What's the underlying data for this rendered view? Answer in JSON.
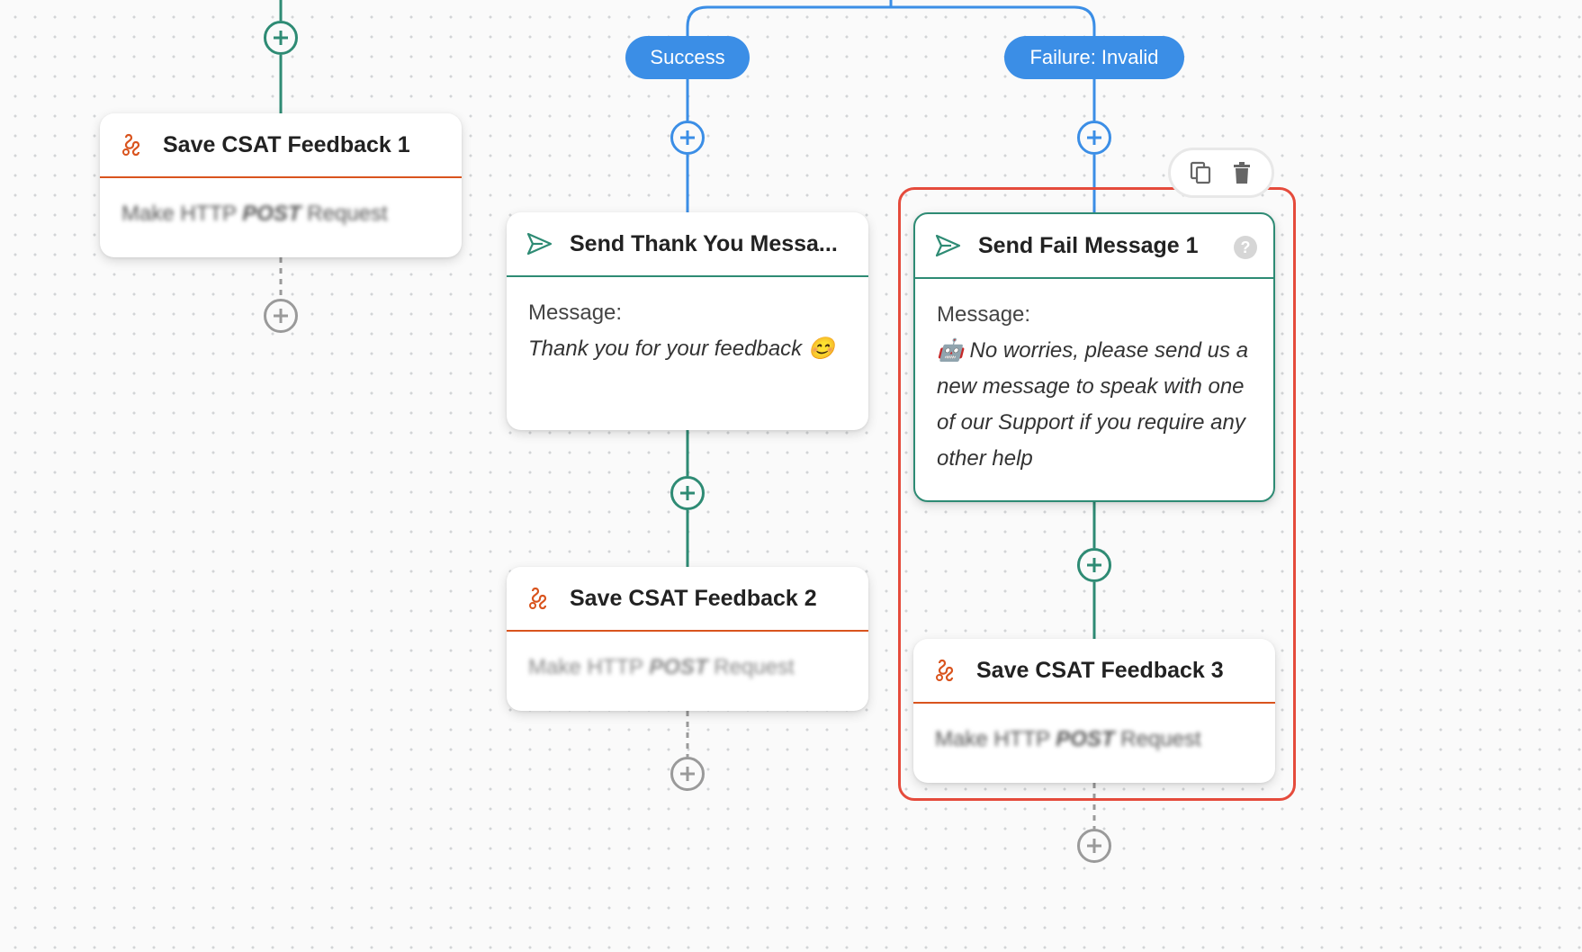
{
  "branches": {
    "success_label": "Success",
    "failure_label": "Failure: Invalid"
  },
  "colors": {
    "branch_blue": "#3b8ee6",
    "connector_teal": "#2e8b74",
    "http_orange": "#d9541e",
    "selection_red": "#e54b3c",
    "dashed_grey": "#9a9a9a"
  },
  "nodes": {
    "save1": {
      "title": "Save CSAT Feedback 1",
      "body_pre": "Make HTTP ",
      "body_kw": "POST",
      "body_post": " Request",
      "icon": "http-request-icon"
    },
    "thanks": {
      "title": "Send Thank You Messa...",
      "label": "Message:",
      "text": "Thank you for your feedback 😊",
      "icon": "send-message-icon"
    },
    "save2": {
      "title": "Save CSAT Feedback 2",
      "body_pre": "Make HTTP ",
      "body_kw": "POST",
      "body_post": " Request",
      "icon": "http-request-icon"
    },
    "fail": {
      "title": "Send Fail Message 1",
      "label": "Message:",
      "text": "🤖 No worries, please send us a new message to speak with one of our Support if you require any other help",
      "help": "?",
      "icon": "send-message-icon"
    },
    "save3": {
      "title": "Save CSAT Feedback 3",
      "body_pre": "Make HTTP ",
      "body_kw": "POST",
      "body_post": " Request",
      "icon": "http-request-icon"
    }
  },
  "toolbar": {
    "copy_icon": "copy-icon",
    "delete_icon": "trash-icon"
  }
}
